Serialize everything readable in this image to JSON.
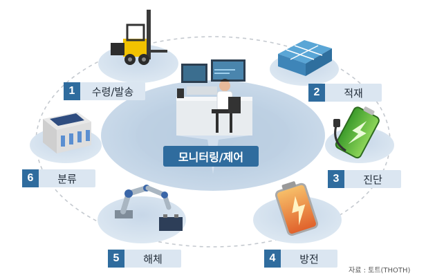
{
  "center": {
    "label": "모니터링/제어"
  },
  "steps": [
    {
      "num": "1",
      "label": "수령/발송"
    },
    {
      "num": "2",
      "label": "적재"
    },
    {
      "num": "3",
      "label": "진단"
    },
    {
      "num": "4",
      "label": "방전"
    },
    {
      "num": "5",
      "label": "해체"
    },
    {
      "num": "6",
      "label": "분류"
    }
  ],
  "source": "자료 : 토트(THOTH)",
  "colors": {
    "accent": "#2f6c9e",
    "label_bg": "#dbe6f1",
    "platform": "#d3e1ee",
    "center_ellipse": "#b7cce0"
  },
  "icons": [
    "forklift-icon",
    "battery-stack-icon",
    "battery-charging-icon",
    "battery-discharge-icon",
    "robot-arm-icon",
    "battery-sorter-icon",
    "operator-workstation-icon"
  ]
}
